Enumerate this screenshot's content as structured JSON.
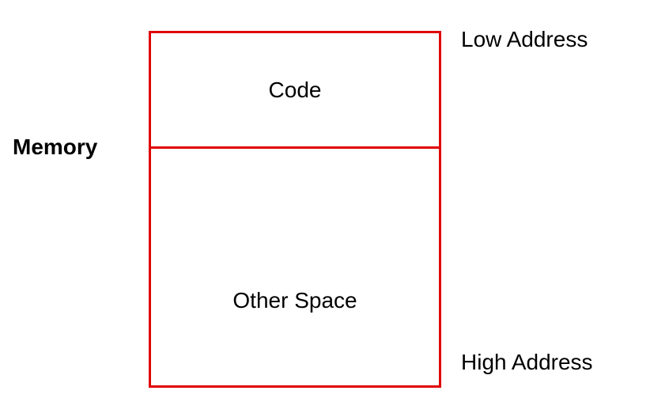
{
  "diagram": {
    "side_label": "Memory",
    "top_address_label": "Low Address",
    "bottom_address_label": "High Address",
    "segments": [
      {
        "label": "Code"
      },
      {
        "label": "Other Space"
      }
    ],
    "colors": {
      "border": "#e00000",
      "text": "#000000",
      "background": "#ffffff"
    }
  }
}
